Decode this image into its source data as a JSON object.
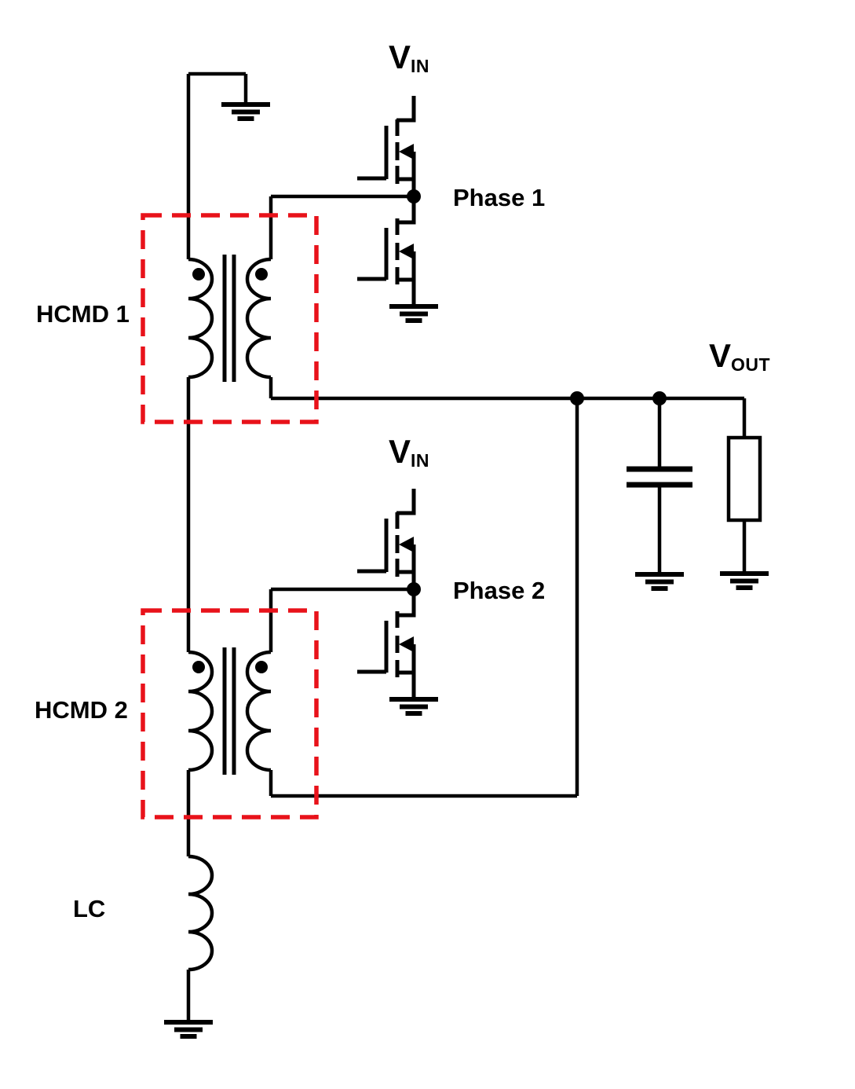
{
  "diagram_type": "circuit-schematic",
  "colors": {
    "wire": "#000000",
    "highlight_red": "#e8121a",
    "background": "#ffffff"
  },
  "labels": {
    "vin1": {
      "main": "V",
      "sub": "IN"
    },
    "vin2": {
      "main": "V",
      "sub": "IN"
    },
    "vout": {
      "main": "V",
      "sub": "OUT"
    },
    "phase1": "Phase 1",
    "phase2": "Phase 2",
    "hcmd1": "HCMD 1",
    "hcmd2": "HCMD 2",
    "lc": "LC"
  },
  "symbols": {
    "coupled_inductors": [
      "HCMD 1",
      "HCMD 2"
    ],
    "highlight_boxes": [
      "HCMD 1",
      "HCMD 2"
    ],
    "mosfets": [
      "phase1-high-side",
      "phase1-low-side",
      "phase2-high-side",
      "phase2-low-side"
    ],
    "output_capacitor": 1,
    "load_resistor": 1,
    "series_inductor": "LC",
    "ground_symbols": 6,
    "junction_dots": 4,
    "polarity_dots": 4
  }
}
